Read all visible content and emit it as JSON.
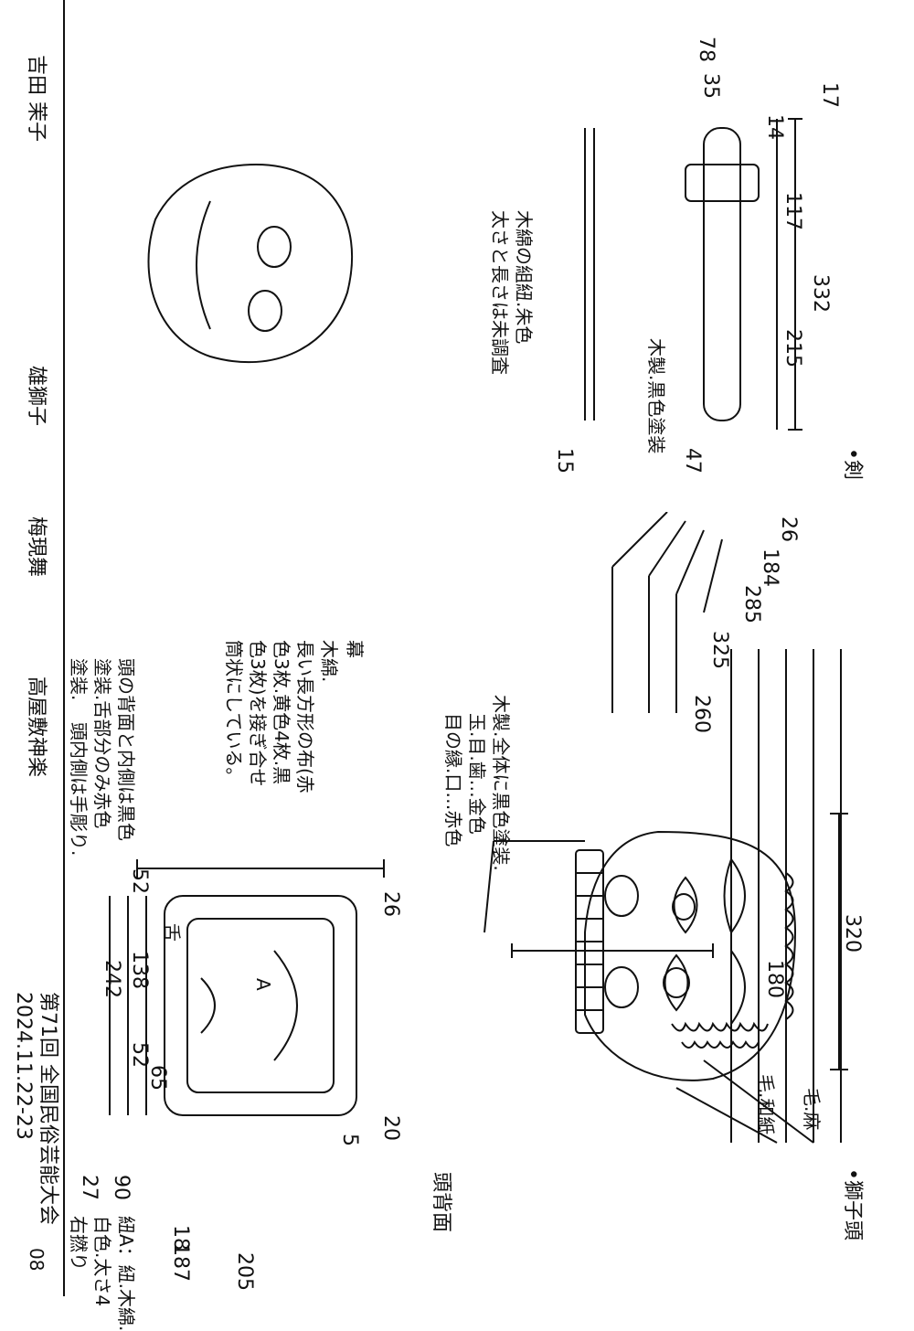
{
  "footer": {
    "page_number": "08",
    "event_title": "第71回 全国民俗芸能大会",
    "event_date": "2024.11.22-23",
    "performance": "高屋敷神楽",
    "program": "梅現舞",
    "role": "雄獅子",
    "author": "吉田 茉子"
  },
  "sections": {
    "shishigashira": "•獅子頭",
    "head_back": "頭背面",
    "sword": "•剣"
  },
  "notes": {
    "hair_hemp": "毛.麻",
    "hair_washi": "毛.和紙",
    "himo_a_1": "紐A：紐.木綿.",
    "himo_a_2": "白色.太さ4",
    "himo_a_3": "右撚り",
    "head_main_1": "木製.全体に黒色塗装.",
    "head_main_2": "玉.目.歯…金色",
    "head_main_3": "目の縁.口…赤色",
    "maku_title": "幕",
    "maku_1": "木綿.",
    "maku_2": "長い長方形の布(赤",
    "maku_3": "色3枚.黄色4枚.黒",
    "maku_4": "色3枚)を接ぎ合せ",
    "maku_5": "筒状にしている。",
    "back_1": "頭の背面と内側は黒色",
    "back_2": "塗装.舌部分のみ赤色",
    "back_3": "塗装.",
    "back_4": "頭内側は手彫り.",
    "tongue": "舌",
    "label_a": "A",
    "sword_wood": "木製.黒色塗装",
    "sword_cord_1": "木綿の組紐.朱色",
    "sword_cord_2": "太さと長さは未調査"
  },
  "dimensions": {
    "d320": "320",
    "d180": "180",
    "d260": "260",
    "d26a": "26",
    "d184": "184",
    "d285": "285",
    "d325": "325",
    "d26b": "26",
    "d20": "20",
    "d5": "5",
    "d65": "65",
    "d52a": "52",
    "d138": "138",
    "d52b": "52",
    "d242": "242",
    "d27": "27",
    "d90": "90",
    "d18": "18",
    "d187": "187",
    "d205": "205",
    "d332": "332",
    "d215": "215",
    "d117": "117",
    "d47": "47",
    "d15": "15",
    "d14": "14",
    "d17": "17",
    "d35": "35",
    "d78": "78"
  }
}
